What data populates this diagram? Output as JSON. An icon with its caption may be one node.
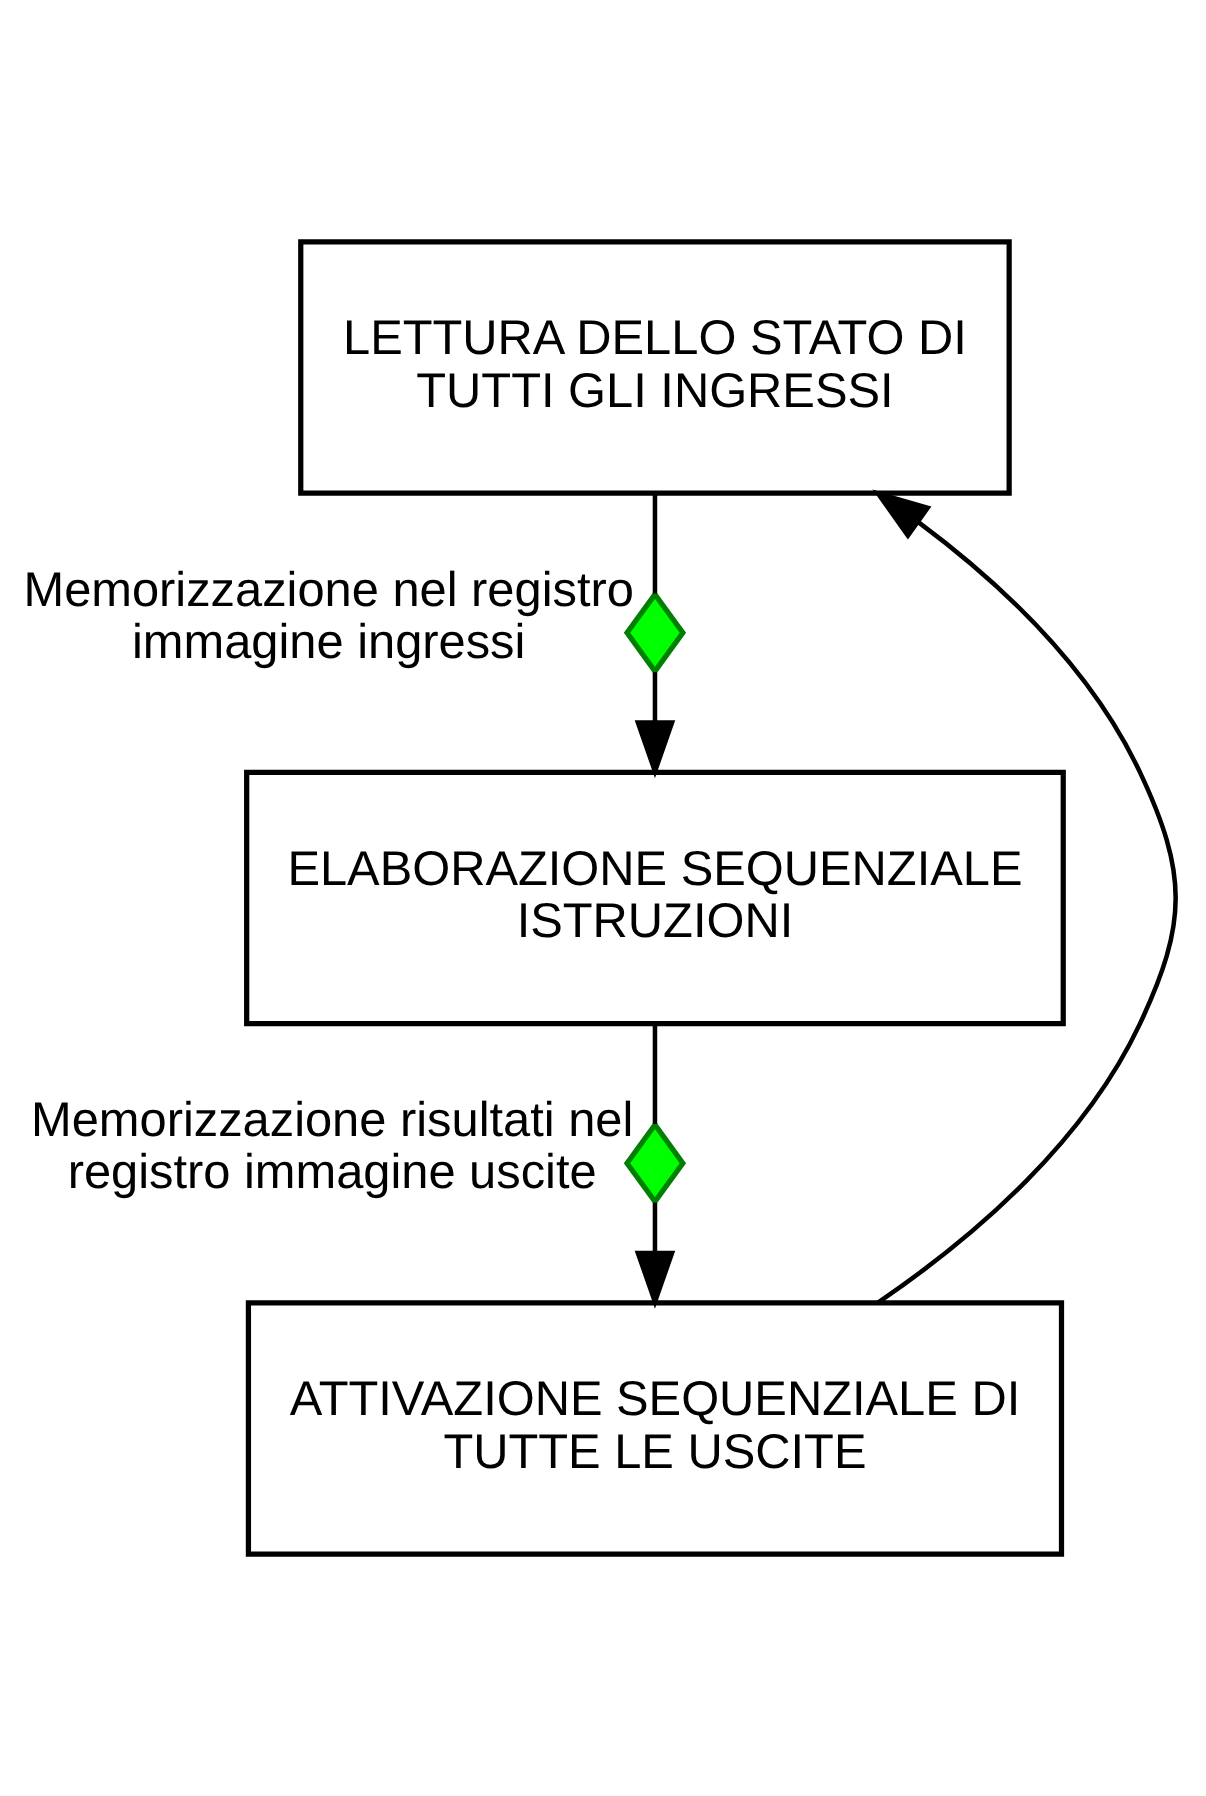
{
  "diagram": {
    "nodes": [
      {
        "text": [
          "LETTURA DELLO STATO DI TUTTI GLI INGRESSI"
        ]
      },
      {
        "text": [
          "ELABORAZIONE SEQUENZIALE ISTRUZIONI"
        ]
      },
      {
        "text": [
          "ATTIVAZIONE SEQUENZIALE DI TUTTE LE USCITE"
        ]
      },
      {
        "text": [],
        "shape": "diamond",
        "beside": [
          "Memorizzazione nel registro immagine ingressi"
        ]
      },
      {
        "text": [],
        "shape": "diamond",
        "beside": [
          "Memorizzazione risultati nel registro immagine uscite"
        ]
      }
    ],
    "edges": [
      {
        "from": 0,
        "to": 3,
        "arrow": "none"
      },
      {
        "from": 3,
        "to": 1,
        "arrow": "to"
      },
      {
        "from": 1,
        "to": 4,
        "arrow": "none"
      },
      {
        "from": 4,
        "to": 2,
        "arrow": "to"
      },
      {
        "from": 2,
        "to": 0,
        "arrow": "to"
      }
    ]
  }
}
